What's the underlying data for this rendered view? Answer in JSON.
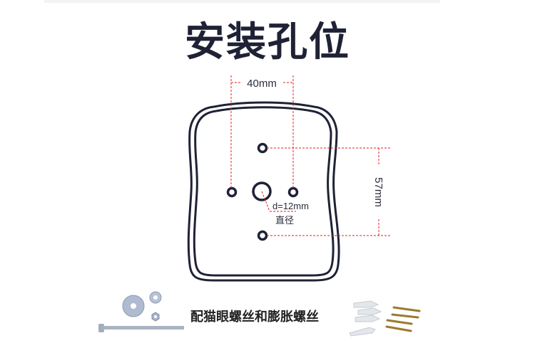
{
  "header": {
    "title": "安装孔位"
  },
  "diagram": {
    "width_dimension": "40mm",
    "height_dimension": "57mm",
    "center_hole_label": "d=12mm",
    "center_hole_sublabel": "直径"
  },
  "accessories": {
    "caption": "配猫眼螺丝和膨胀螺丝",
    "left_item": "bolt-washer-nut-set",
    "right_item": "wall-anchors-and-screws"
  },
  "colors": {
    "outline": "#1f2235",
    "dimension_line": "#e0202a",
    "text": "#2a2c3d"
  }
}
